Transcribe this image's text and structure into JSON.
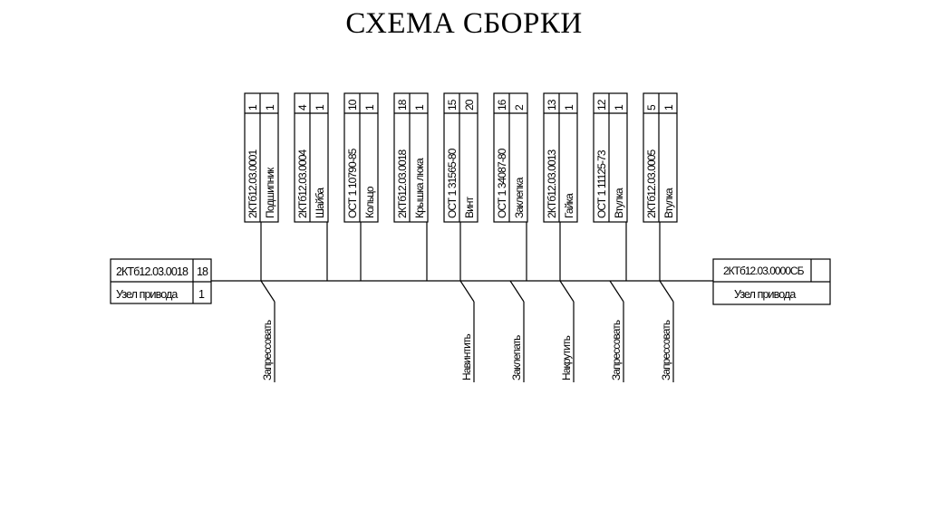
{
  "title": "СХЕМА СБОРКИ",
  "base_block": {
    "code": "2КТб12.03.0018",
    "qty": "18",
    "name": "Узел привода",
    "count": "1"
  },
  "result_block": {
    "code": "2КТб12.03.0000СБ",
    "name": "Узел привода"
  },
  "components": [
    {
      "code": "2КТб12.03.0001",
      "name": "Подшипник",
      "pos": "1",
      "qty": "1"
    },
    {
      "code": "2КТб12.03.0004",
      "name": "Шайба",
      "pos": "4",
      "qty": "1"
    },
    {
      "code": "ОСТ 1 10790-85",
      "name": "Кольцо",
      "pos": "10",
      "qty": "1"
    },
    {
      "code": "2КТб12.03.0018",
      "name": "Крышка люка",
      "pos": "18",
      "qty": "1"
    },
    {
      "code": "ОСТ 1 31565-80",
      "name": "Винт",
      "pos": "15",
      "qty": "20"
    },
    {
      "code": "ОСТ 1 34087-80",
      "name": "Заклепка",
      "pos": "16",
      "qty": "2"
    },
    {
      "code": "2КТб12.03.0013",
      "name": "Гайка",
      "pos": "13",
      "qty": "1"
    },
    {
      "code": "ОСТ 1 11125-73",
      "name": "Втулка",
      "pos": "12",
      "qty": "1"
    },
    {
      "code": "2КТб12.03.0005",
      "name": "Втулка",
      "pos": "5",
      "qty": "1"
    }
  ],
  "operations": [
    "Запрессовать",
    "Навинтить",
    "Заклепать",
    "Накрутить",
    "Запрессовать",
    "Запрессовать"
  ]
}
